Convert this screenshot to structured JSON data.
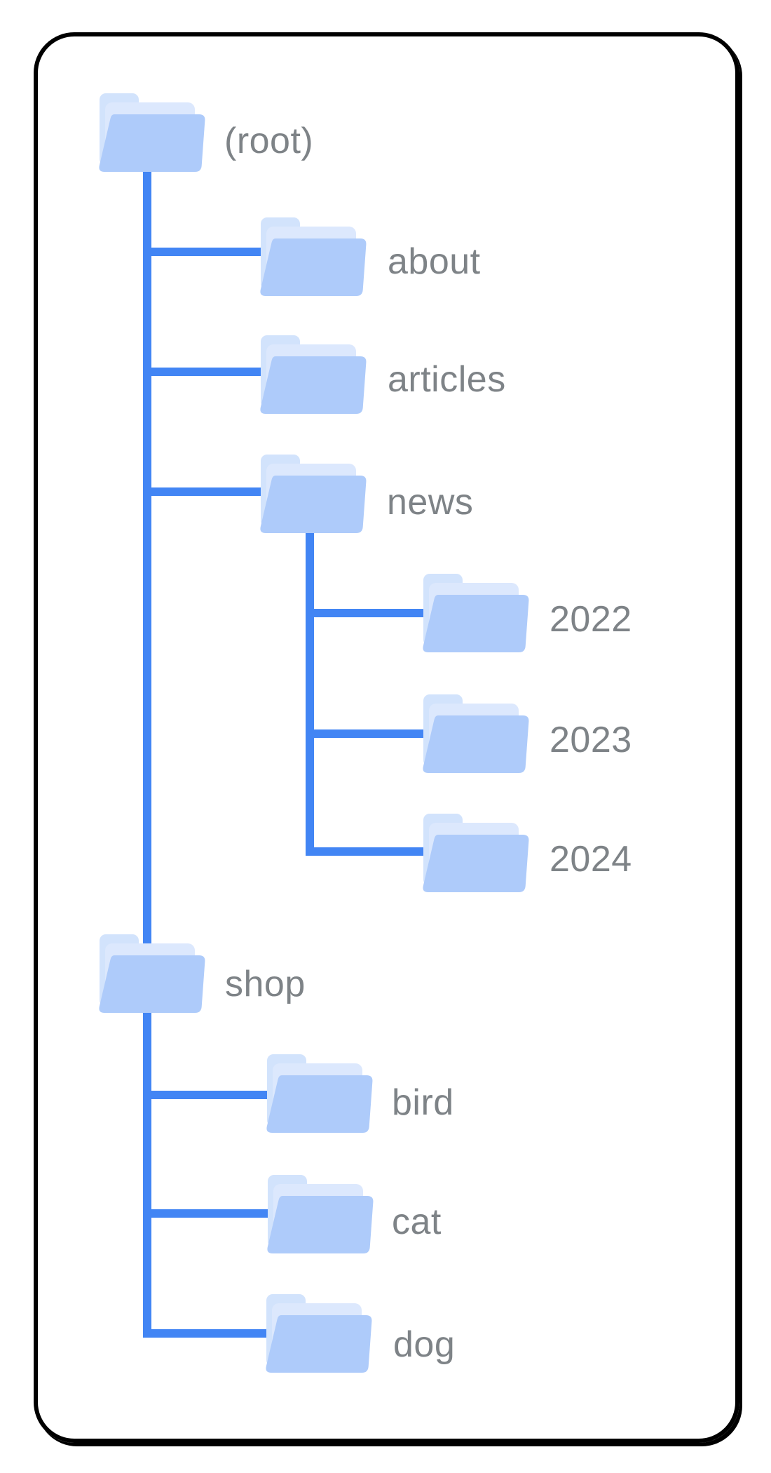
{
  "figure": {
    "kind": "site-folder-structure-diagram"
  },
  "colors": {
    "background": "#ffffff",
    "border_black": "#000000",
    "line_blue": "#4285f4",
    "folder_front": "#aecbfa",
    "folder_back": "#d2e3fc",
    "folder_sheet": "#dce8fd",
    "label_gray": "#7e8387"
  },
  "tree": {
    "nodes": [
      {
        "label": "(root)",
        "depth": 0,
        "parent": null
      },
      {
        "label": "about",
        "depth": 1,
        "parent": "(root)"
      },
      {
        "label": "articles",
        "depth": 1,
        "parent": "(root)"
      },
      {
        "label": "news",
        "depth": 1,
        "parent": "(root)"
      },
      {
        "label": "2022",
        "depth": 2,
        "parent": "news"
      },
      {
        "label": "2023",
        "depth": 2,
        "parent": "news"
      },
      {
        "label": "2024",
        "depth": 2,
        "parent": "news"
      },
      {
        "label": "shop",
        "depth": 1,
        "parent": "(root)"
      },
      {
        "label": "bird",
        "depth": 2,
        "parent": "shop"
      },
      {
        "label": "cat",
        "depth": 2,
        "parent": "shop"
      },
      {
        "label": "dog",
        "depth": 2,
        "parent": "shop"
      }
    ]
  }
}
